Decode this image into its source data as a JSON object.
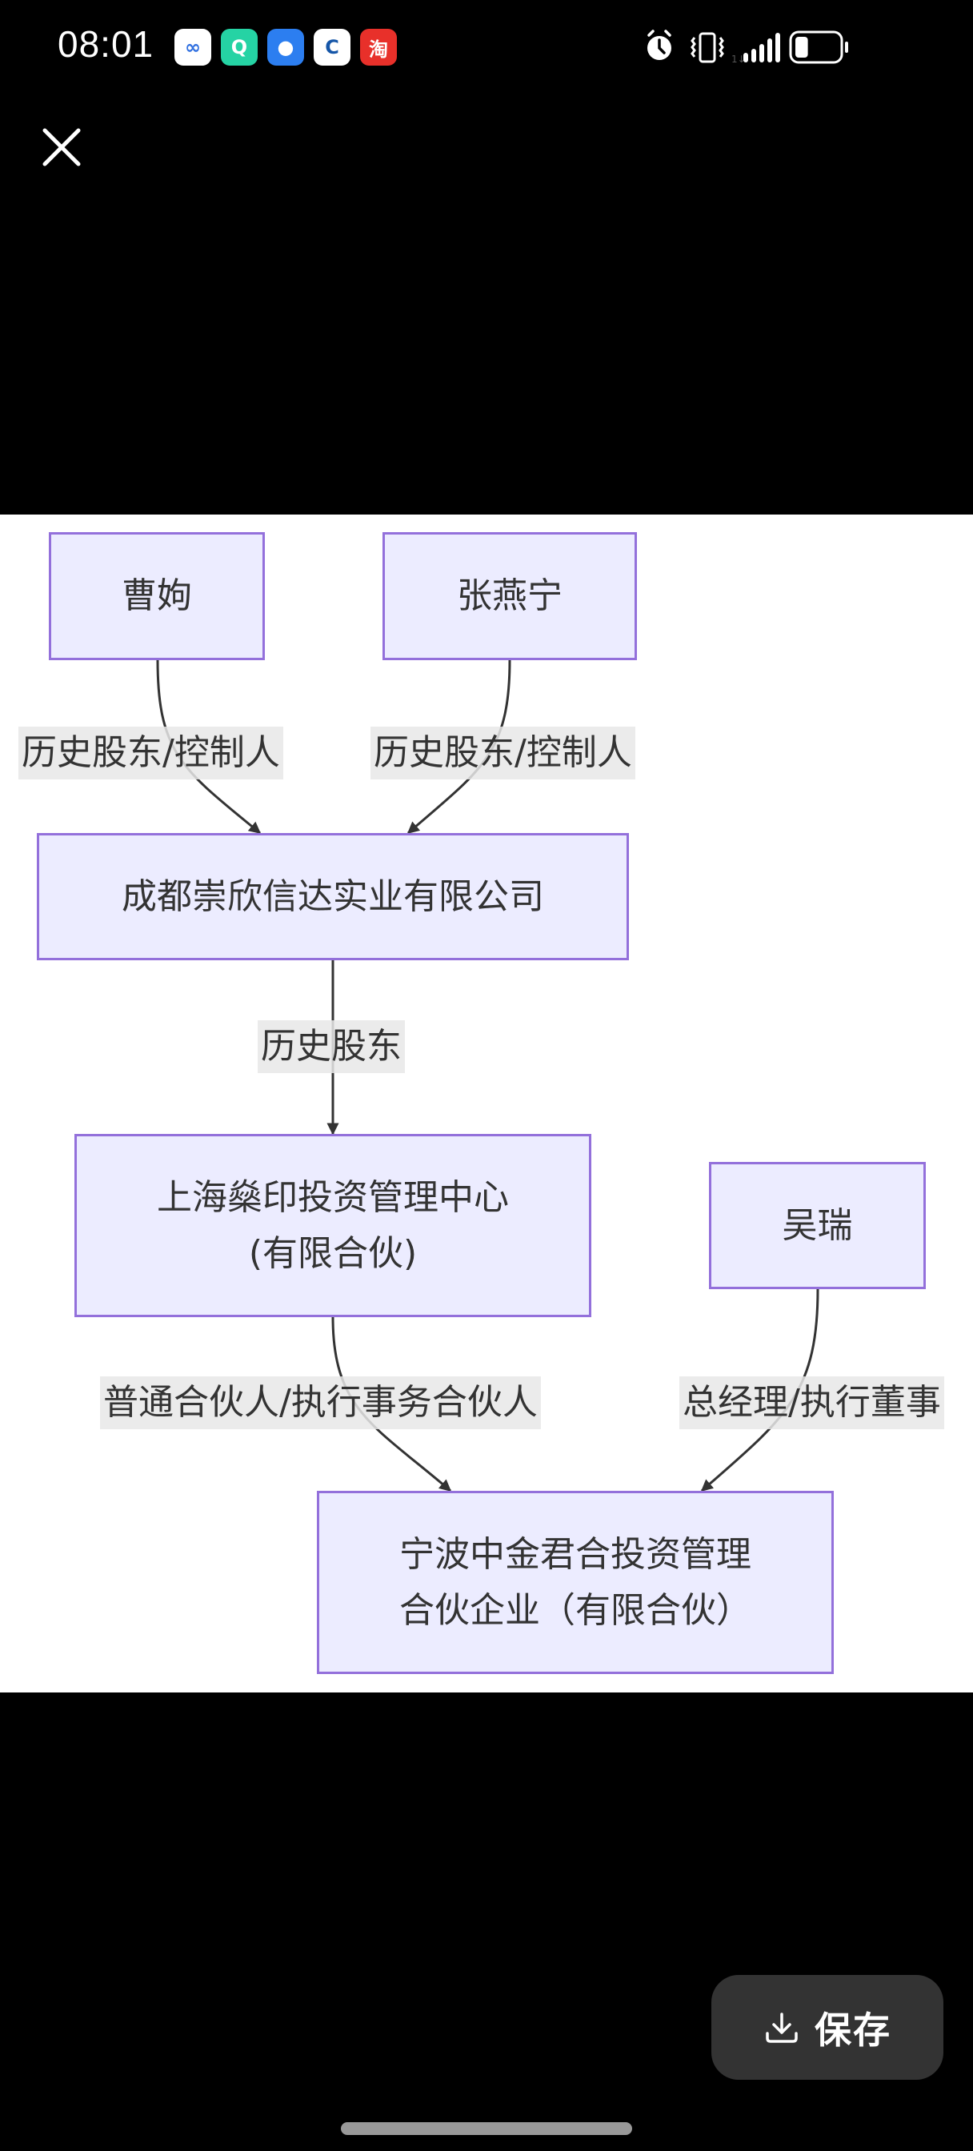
{
  "status_bar": {
    "time": "08:01",
    "notification_icons": [
      {
        "name": "app-icon-1",
        "bg": "#ffffff",
        "fg": "#2f6fe0",
        "glyph": "∞"
      },
      {
        "name": "app-icon-2",
        "bg": "#25d3a4",
        "fg": "#ffffff",
        "glyph": "Q"
      },
      {
        "name": "message-app-icon",
        "bg": "#2c7ef0",
        "fg": "#ffffff",
        "glyph": "●"
      },
      {
        "name": "bank-app-icon",
        "bg": "#ffffff",
        "fg": "#1556a8",
        "glyph": "C"
      },
      {
        "name": "taobao-app-icon",
        "bg": "#e8302a",
        "fg": "#ffffff",
        "glyph": "淘"
      }
    ],
    "system_icons": [
      "alarm-icon",
      "vibrate-icon",
      "signal-icon",
      "battery-icon"
    ],
    "battery_level": 0.3
  },
  "viewer": {
    "close_label": "close",
    "save_label": "保存"
  },
  "diagram": {
    "colors": {
      "node_fill": "#ececff",
      "node_border": "#9370db",
      "edge": "#333333",
      "label_bg": "#e8e8e8"
    },
    "nodes": [
      {
        "id": "caoxu",
        "label": "曹姁"
      },
      {
        "id": "zhangyanning",
        "label": "张燕宁"
      },
      {
        "id": "chengdu",
        "label": "成都崇欣信达实业有限公司"
      },
      {
        "id": "shanghai",
        "label_lines": [
          "上海燊印投资管理中心",
          "(有限合伙)"
        ]
      },
      {
        "id": "wurui",
        "label": "吴瑞"
      },
      {
        "id": "ningbo",
        "label_lines": [
          "宁波中金君合投资管理",
          "合伙企业（有限合伙）"
        ]
      }
    ],
    "edges": [
      {
        "from": "caoxu",
        "to": "chengdu",
        "label": "历史股东/控制人"
      },
      {
        "from": "zhangyanning",
        "to": "chengdu",
        "label": "历史股东/控制人"
      },
      {
        "from": "chengdu",
        "to": "shanghai",
        "label": "历史股东"
      },
      {
        "from": "shanghai",
        "to": "ningbo",
        "label": "普通合伙人/执行事务合伙人"
      },
      {
        "from": "wurui",
        "to": "ningbo",
        "label": "总经理/执行董事"
      }
    ]
  }
}
